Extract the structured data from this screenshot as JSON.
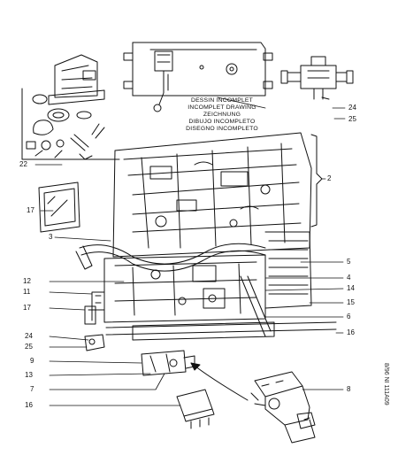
{
  "drawing_note": {
    "lines": [
      "DESSIN INCOMPLET",
      "INCOMPLET DRAWING",
      "ZEICHNUNG",
      "DIBUJO INCOMPLETO",
      "DISEGNO INCOMPLETO"
    ]
  },
  "callouts": {
    "c24_top": "24",
    "c25_top": "25",
    "c22": "22",
    "c2": "2",
    "c17_top": "17",
    "c3": "3",
    "c5": "5",
    "c4": "4",
    "c12": "12",
    "c11": "11",
    "c14": "14",
    "c17_mid": "17",
    "c15": "15",
    "c6": "6",
    "c16_right": "16",
    "c24_mid": "24",
    "c25_mid": "25",
    "c9": "9",
    "c13": "13",
    "c8": "8",
    "c7": "7",
    "c16_bottom": "16"
  },
  "side_code": "8/96 NI 111A09"
}
